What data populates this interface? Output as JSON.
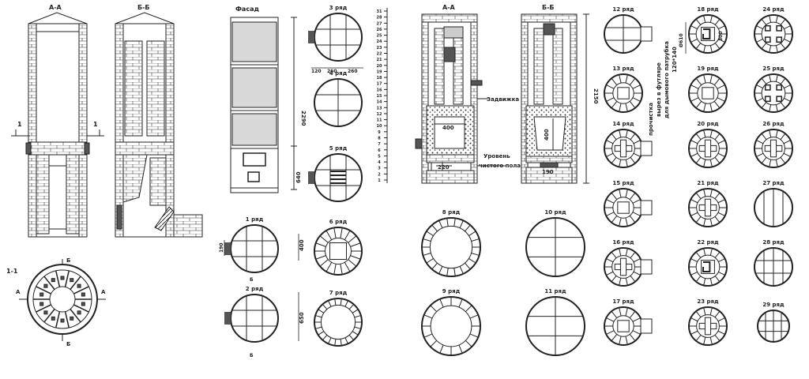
{
  "sections": {
    "aa": "А-А",
    "bb": "Б-Б",
    "s11": "1-1",
    "mark1": "1",
    "markA": "А",
    "markB": "Б"
  },
  "labels": {
    "facade": "Фасад",
    "valve": "Задвижка",
    "floor_level_1": "Уровень",
    "floor_level_2": "чистого пола",
    "cleanout_1": "прочистка",
    "cleanout_2": "вырез в футляре",
    "cleanout_3": "для дымового патрубка",
    "cleanout_4": "120*140"
  },
  "dims": {
    "h2290": "2290",
    "h640": "640",
    "w120": "120",
    "w260a": "260",
    "w260b": "260",
    "d400a": "400",
    "d650": "650",
    "d190a": "190",
    "h2150": "2150",
    "d400b": "400",
    "d400c": "400",
    "d220": "220",
    "d190b": "190",
    "d610": "Ø610",
    "d300": "300"
  },
  "scale_rows": [
    "31",
    "28",
    "27",
    "26",
    "25",
    "24",
    "23",
    "22",
    "21",
    "20",
    "19",
    "18",
    "17",
    "16",
    "15",
    "14",
    "13",
    "12",
    "11",
    "10",
    "9",
    "8",
    "7",
    "6",
    "5",
    "4",
    "3",
    "2",
    "1"
  ],
  "rows": {
    "r1": "1 ряд",
    "r2": "2 ряд",
    "r3": "3 ряд",
    "r4": "4 ряд",
    "r5": "5 ряд",
    "r6": "6 ряд",
    "r7": "7 ряд",
    "r8": "8 ряд",
    "r9": "9 ряд",
    "r10": "10 ряд",
    "r11": "11 ряд",
    "r12": "12 ряд",
    "r13": "13 ряд",
    "r14": "14 ряд",
    "r15": "15 ряд",
    "r16": "16 ряд",
    "r17": "17 ряд",
    "r18": "18 ряд",
    "r19": "19 ряд",
    "r20": "20 ряд",
    "r21": "21 ряд",
    "r22": "22 ряд",
    "r23": "23 ряд",
    "r24": "24 ряд",
    "r25": "25 ряд",
    "r26": "26 ряд",
    "r27": "27 ряд",
    "r28": "28 ряд",
    "r29": "29 ряд"
  },
  "colors": {
    "line": "#222222",
    "facade_fill": "#d8d8d8",
    "fill_dark": "#555555"
  }
}
